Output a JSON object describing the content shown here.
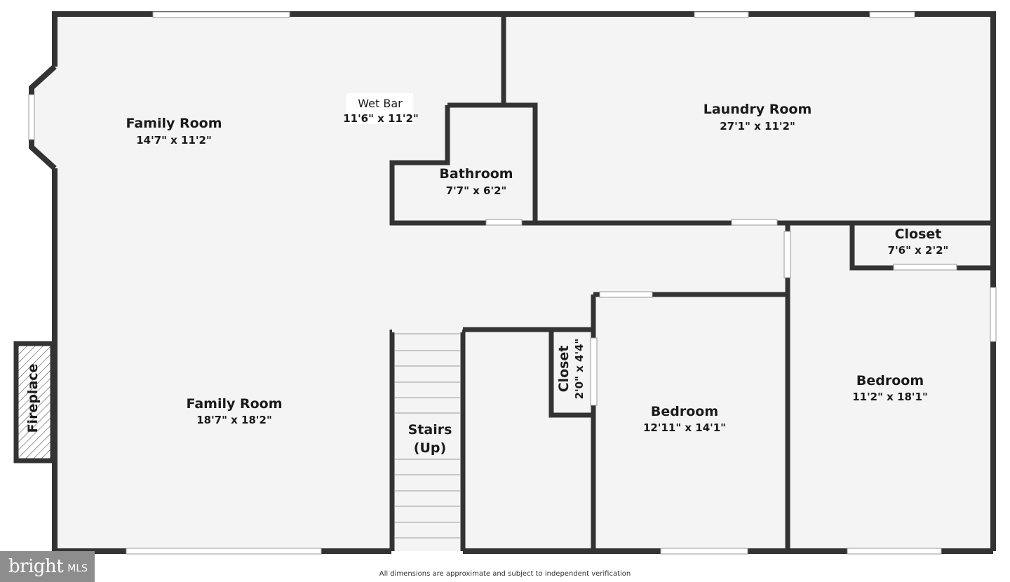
{
  "rooms": {
    "family_room_top": {
      "name": "Family Room",
      "dim": "14'7\" x 11'2\""
    },
    "wet_bar": {
      "name": "Wet Bar",
      "dim": "11'6\" x 11'2\""
    },
    "laundry": {
      "name": "Laundry Room",
      "dim": "27'1\" x 11'2\""
    },
    "bathroom": {
      "name": "Bathroom",
      "dim": "7'7\" x 6'2\""
    },
    "closet_right": {
      "name": "Closet",
      "dim": "7'6\" x 2'2\""
    },
    "family_room_bottom": {
      "name": "Family Room",
      "dim": "18'7\" x 18'2\""
    },
    "stairs": {
      "line1": "Stairs",
      "line2": "(Up)"
    },
    "closet_small": {
      "name": "Closet",
      "dim": "2'0\" x 4'4\""
    },
    "bedroom_left": {
      "name": "Bedroom",
      "dim": "12'11\" x 14'1\""
    },
    "bedroom_right": {
      "name": "Bedroom",
      "dim": "11'2\" x 18'1\""
    },
    "fireplace": {
      "name": "Fireplace"
    }
  },
  "logo": {
    "brand": "bright",
    "suffix": "MLS"
  },
  "disclaimer": "All dimensions are approximate and subject to independent verification",
  "colors": {
    "wall": "#333333",
    "floor": "#f4f4f4",
    "logo_bg": "#8d8d8d"
  }
}
